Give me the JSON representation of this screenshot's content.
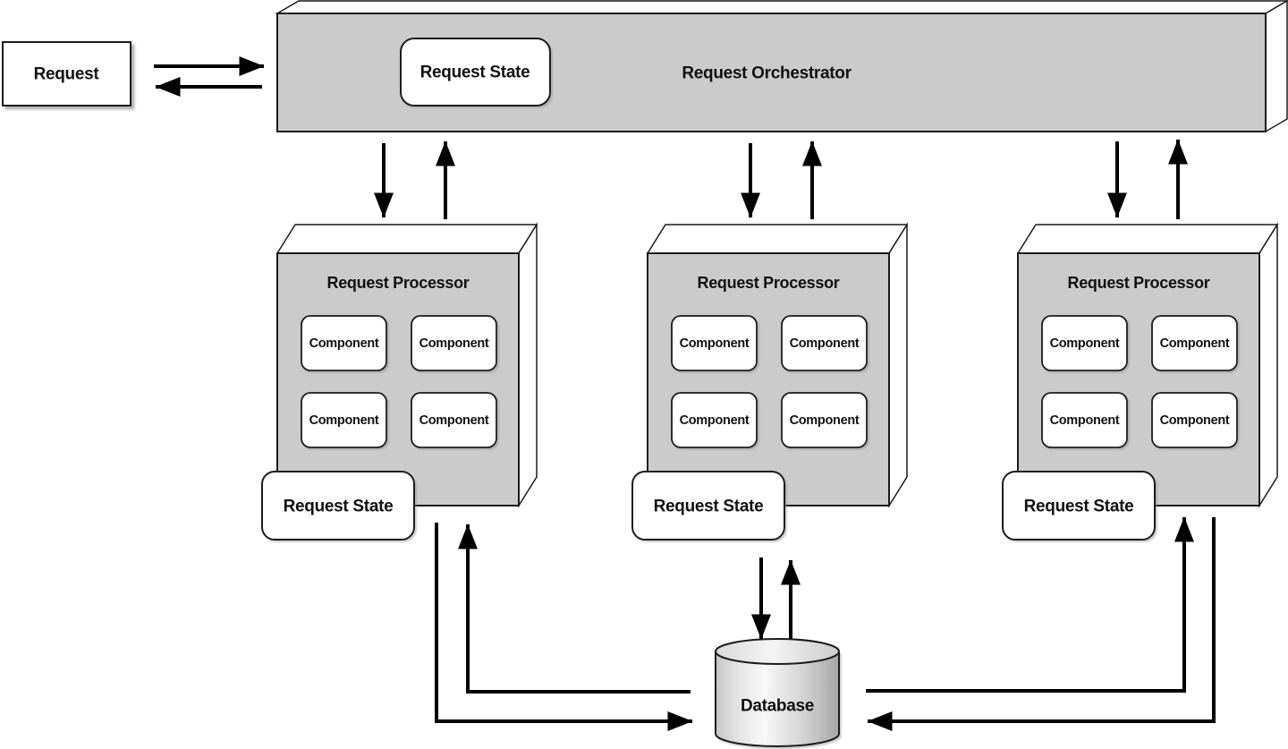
{
  "colors": {
    "panel_fill": "#cbcbcb",
    "panel_stroke": "#1c1c1c",
    "box_fill": "#ffffff",
    "arrow": "#000000"
  },
  "request": {
    "label": "Request"
  },
  "orchestrator": {
    "label": "Request Orchestrator",
    "state": {
      "label": "Request State"
    }
  },
  "processors": [
    {
      "label": "Request Processor",
      "state": {
        "label": "Request State"
      },
      "components": [
        "Component",
        "Component",
        "Component",
        "Component"
      ]
    },
    {
      "label": "Request Processor",
      "state": {
        "label": "Request State"
      },
      "components": [
        "Component",
        "Component",
        "Component",
        "Component"
      ]
    },
    {
      "label": "Request Processor",
      "state": {
        "label": "Request State"
      },
      "components": [
        "Component",
        "Component",
        "Component",
        "Component"
      ]
    }
  ],
  "database": {
    "label": "Database"
  }
}
